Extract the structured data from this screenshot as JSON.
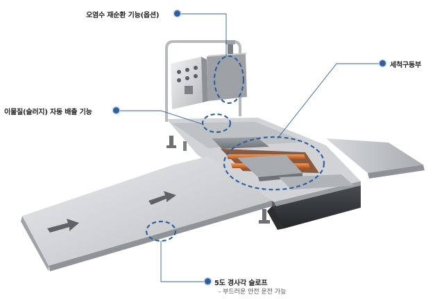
{
  "callouts": {
    "recirculation": "오염수 재순환 기능(옵션)",
    "drive_unit": "세척구동부",
    "sludge_discharge": "이물질(슬러지) 자동 배출 기능",
    "slope_title": "5도 경사각 슬로프",
    "slope_desc": "- 부드러운 안전 운전 가능"
  },
  "colors": {
    "accent": "#2f5f9e",
    "leader_line": "#2f5f9e",
    "highlight_ring": "#2f5f9e",
    "steel": "#c8cacd",
    "dark_housing": "#3a3d41",
    "rail_orange": "#d9743a"
  },
  "icons": {
    "ramp_arrow": "arrow-right-icon",
    "callout_marker": "dot-icon"
  }
}
